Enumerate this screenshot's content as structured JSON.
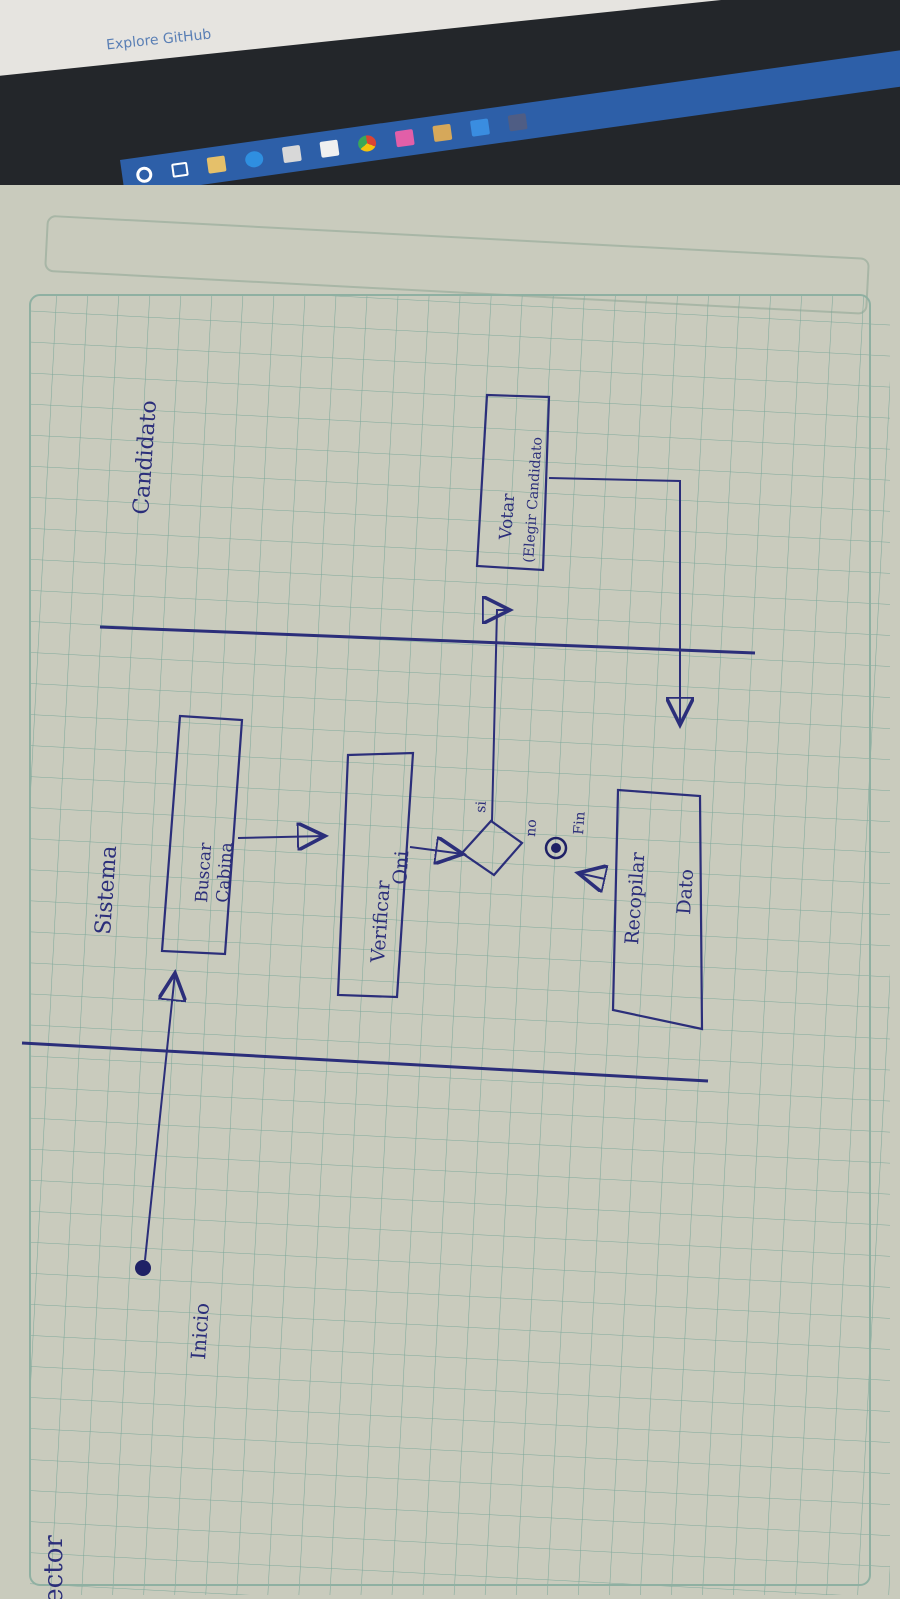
{
  "screen": {
    "link_text": "Explore GitHub",
    "taskbar_icons": [
      "cortana-circle-icon",
      "task-view-icon",
      "file-explorer-icon",
      "edge-browser-icon",
      "store-icon",
      "mail-icon",
      "chrome-icon",
      "star-app-icon",
      "app-grid-icon",
      "visual-studio-icon",
      "terminal-icon"
    ]
  },
  "diagram": {
    "lanes": {
      "elector": "Elector",
      "sistema": "Sistema",
      "candidato": "Candidato"
    },
    "start_label": "Inicio",
    "activities": {
      "buscar": [
        "Buscar",
        "Cabina"
      ],
      "verificar": [
        "Verificar",
        "Oni"
      ],
      "recopilar": [
        "Recopilar",
        "Dato"
      ],
      "votar": [
        "Votar",
        "(Elegir Candidato"
      ]
    },
    "decision": {
      "yes": "si",
      "no": "no"
    },
    "end_label": "Fin",
    "colors": {
      "ink": "#2b2e7a",
      "grid": "#7fa89a",
      "paper": "#c9cbbd"
    }
  }
}
